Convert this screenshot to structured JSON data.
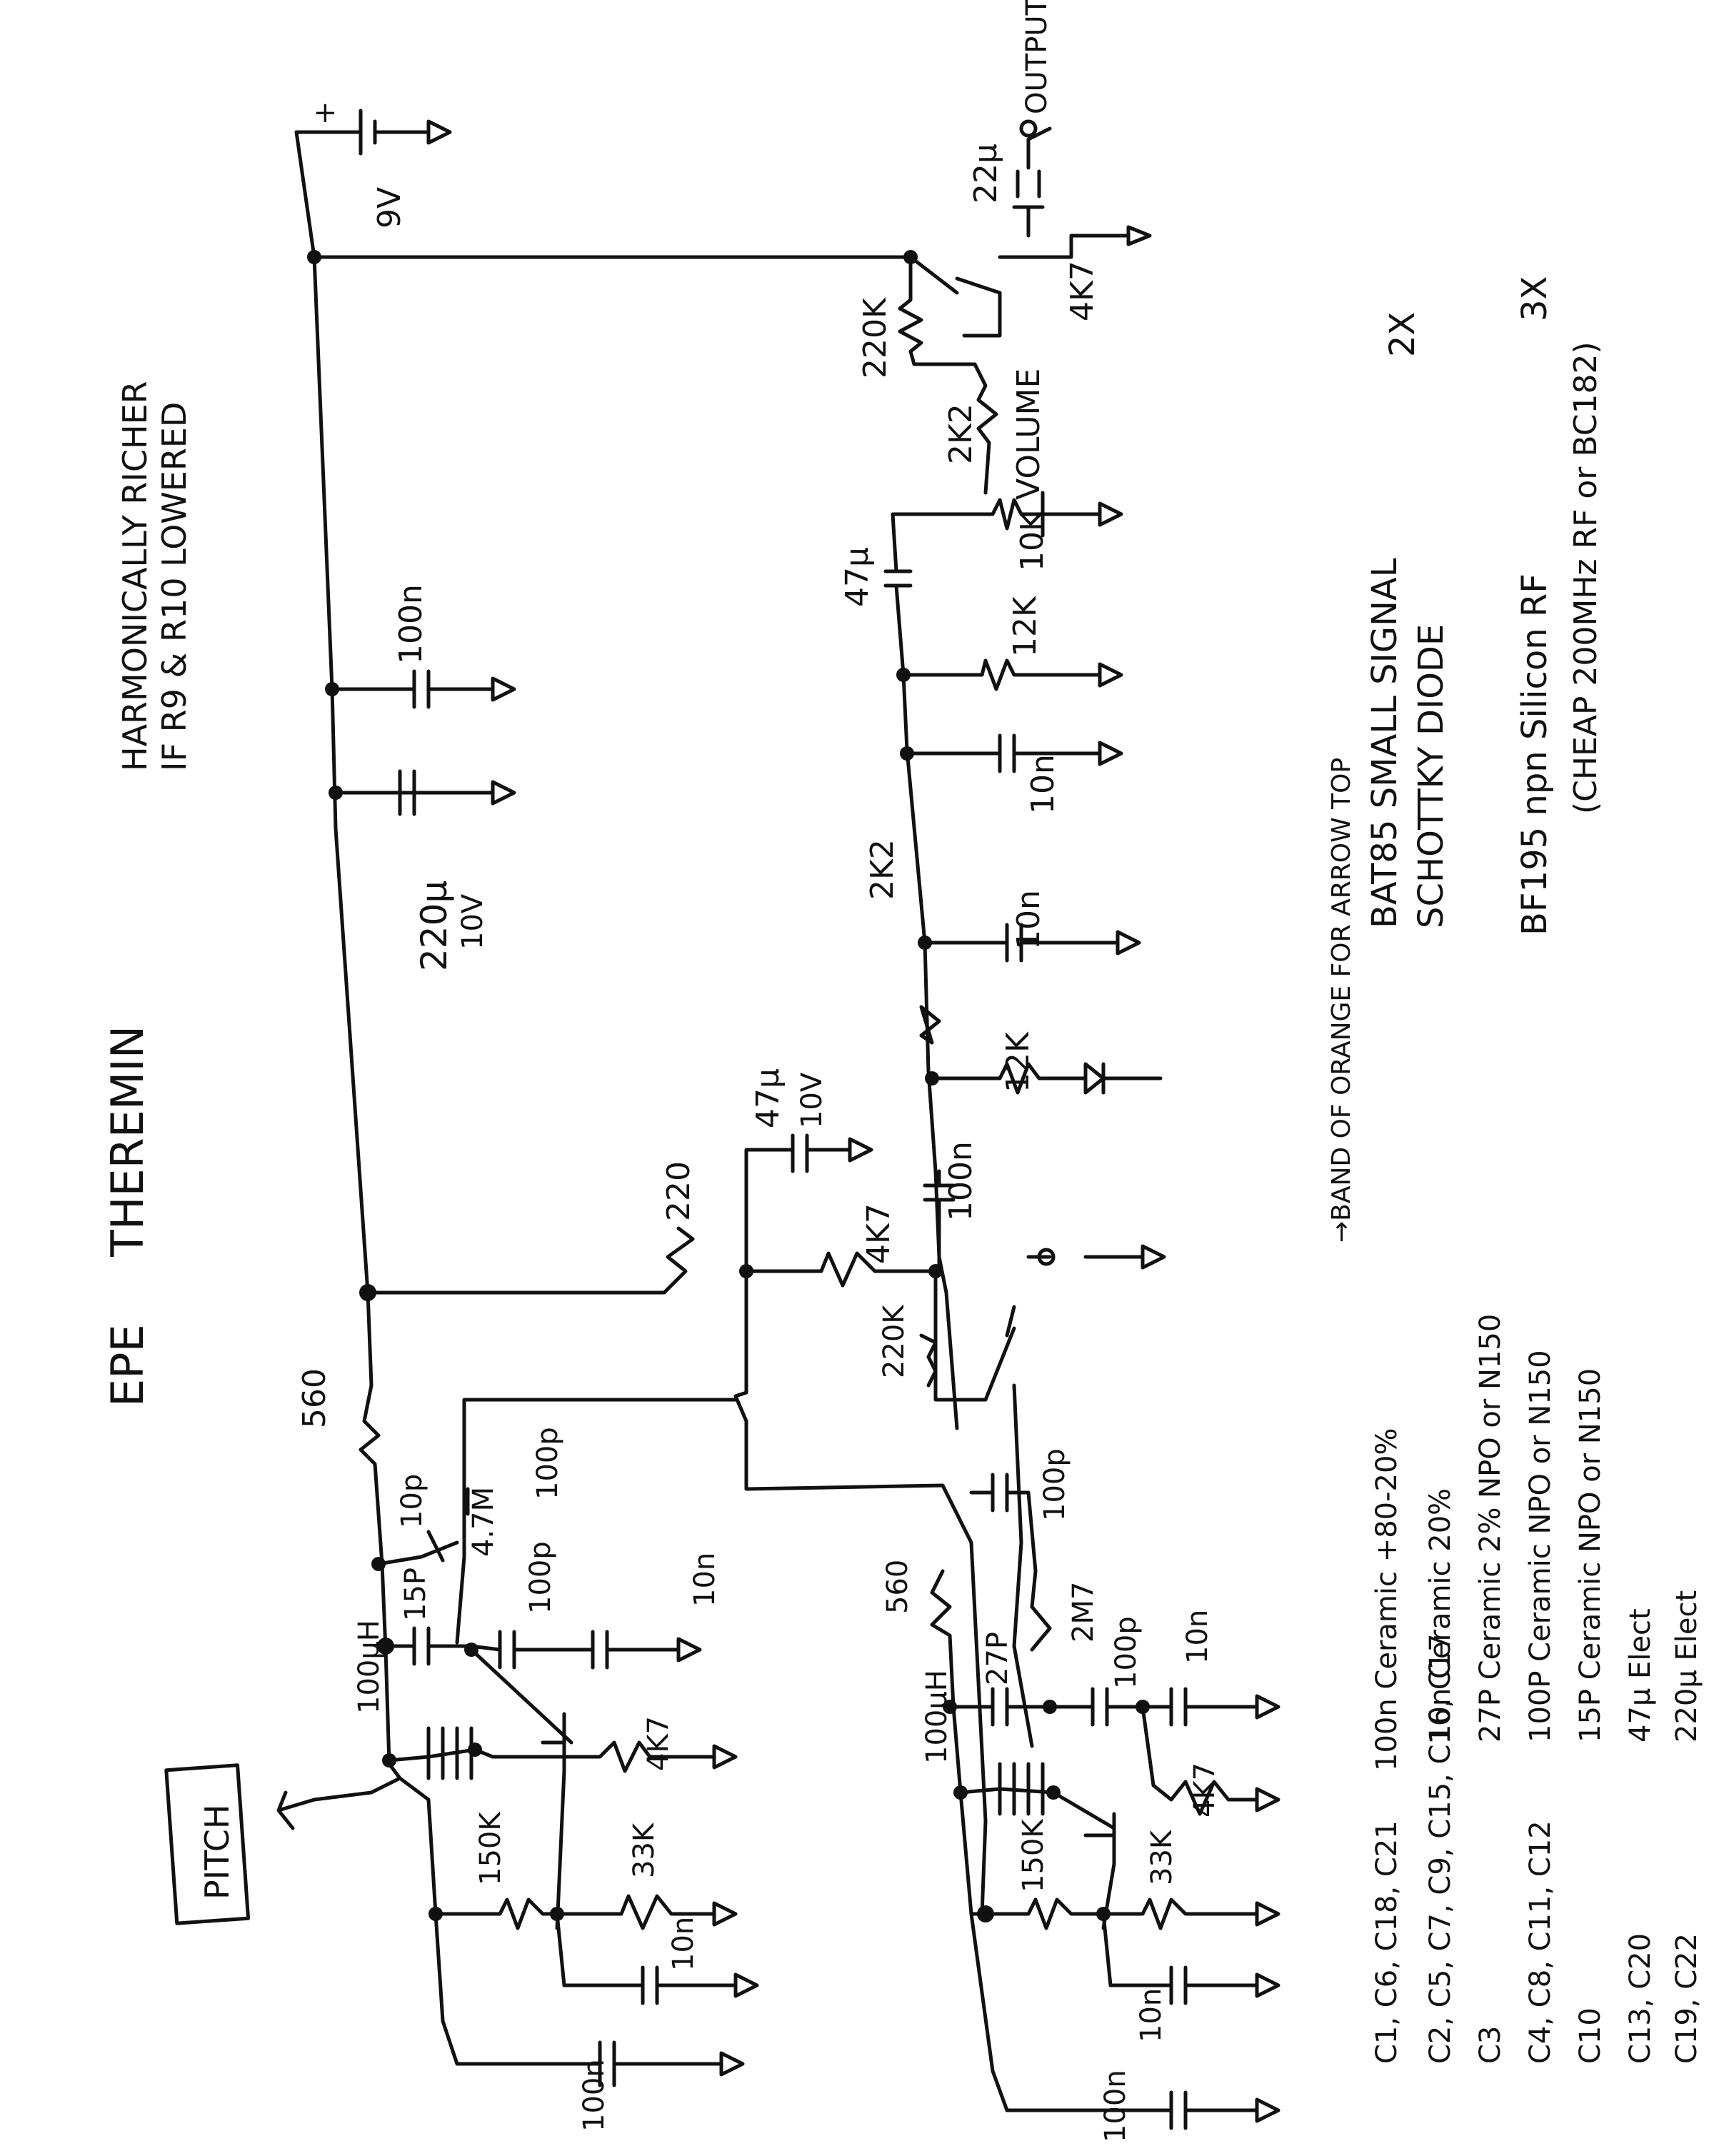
{
  "header": {
    "maker": "EPE",
    "title": "THEREMIN",
    "note_line1": "HARMONICALLY RICHER",
    "note_line2": "IF R9 & R10 LOWERED"
  },
  "supply": {
    "battery": "9V",
    "plus": "+"
  },
  "antenna_label": "PITCH",
  "output_label": "OUTPUT",
  "components": {
    "out_cap": "22μ",
    "out_res": "4K7",
    "r220k_top": "220K",
    "pot_2k2": "2K2",
    "volume_label": "VOLUME",
    "r10k": "10K",
    "c47u_vol": "47μ",
    "r12k_mid": "12K",
    "c10n_a": "10n",
    "r2k2": "2K2",
    "c10n_b": "10n",
    "r12k_led": "12K",
    "c100n_coupling": "100n",
    "c100n_supply": "100n",
    "c220u": "220μ",
    "c220u_v": "10V",
    "c47u_mix": "47μ",
    "c47u_mix_v": "10V",
    "r220_mix": "220",
    "r4k7_mix": "4K7",
    "r220k_mix": "220K",
    "r560_top": "560",
    "c10p_trim": "10p",
    "r4m7": "4.7M",
    "c100p_top": "100p",
    "c15p": "15P",
    "c100p_a": "100p",
    "c10n_c": "10n",
    "r4k7_a": "4K7",
    "l100uh_a": "100μH",
    "r150k_a": "150K",
    "r33k_a": "33K",
    "c10n_d": "10n",
    "c100n_a": "100n",
    "r560_b": "560",
    "c100p_b": "100p",
    "c27p": "27P",
    "r2m7": "2M7",
    "c100p_c": "100p",
    "c10n_e": "10n",
    "r4k7_b": "4K7",
    "l100uh_b": "100μH",
    "r150k_b": "150K",
    "r33k_b": "33K",
    "c10n_f": "10n",
    "c100n_b": "100n",
    "led_note": "→BAND OF ORANGE FOR ARROW TOP"
  },
  "parts_list": {
    "diode": "BAT85 SMALL SIGNAL",
    "diode_line2": "SCHOTTKY DIODE",
    "diode_qty": "2X",
    "transistor": "BF195 npn Silicon RF",
    "transistor_qty": "3X",
    "transistor_alt": "(CHEAP 200MHz RF or BC182)",
    "rows": [
      {
        "refs": "C1, C6, C18, C21",
        "desc": "100n Ceramic +80-20%"
      },
      {
        "refs": "C2, C5, C7, C9, C15, C16, C17",
        "desc": "10n Ceramic 20%"
      },
      {
        "refs": "C3",
        "desc": "27P Ceramic 2% NPO or N150"
      },
      {
        "refs": "C4, C8, C11, C12",
        "desc": "100P Ceramic NPO or N150"
      },
      {
        "refs": "C10",
        "desc": "15P Ceramic NPO or N150"
      },
      {
        "refs": "C13, C20",
        "desc": "47μ Elect"
      },
      {
        "refs": "C19, C22",
        "desc": "220μ Elect"
      }
    ]
  }
}
